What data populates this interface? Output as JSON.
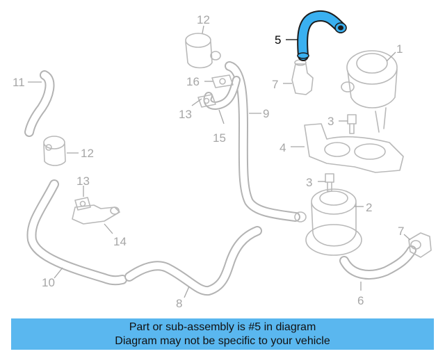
{
  "callouts": {
    "c1": "1",
    "c2": "2",
    "c3a": "3",
    "c3b": "3",
    "c4": "4",
    "c5": "5",
    "c6": "6",
    "c7a": "7",
    "c7b": "7",
    "c8": "8",
    "c9": "9",
    "c10": "10",
    "c11": "11",
    "c12a": "12",
    "c12b": "12",
    "c13a": "13",
    "c13b": "13",
    "c14": "14",
    "c15": "15",
    "c16": "16"
  },
  "highlight": {
    "part": "5",
    "color": "#3ab0f0"
  },
  "banner": {
    "line1": "Part or sub-assembly is #5 in diagram",
    "line2": "Diagram may not be specific to your vehicle",
    "background": "#5ab7ef"
  }
}
